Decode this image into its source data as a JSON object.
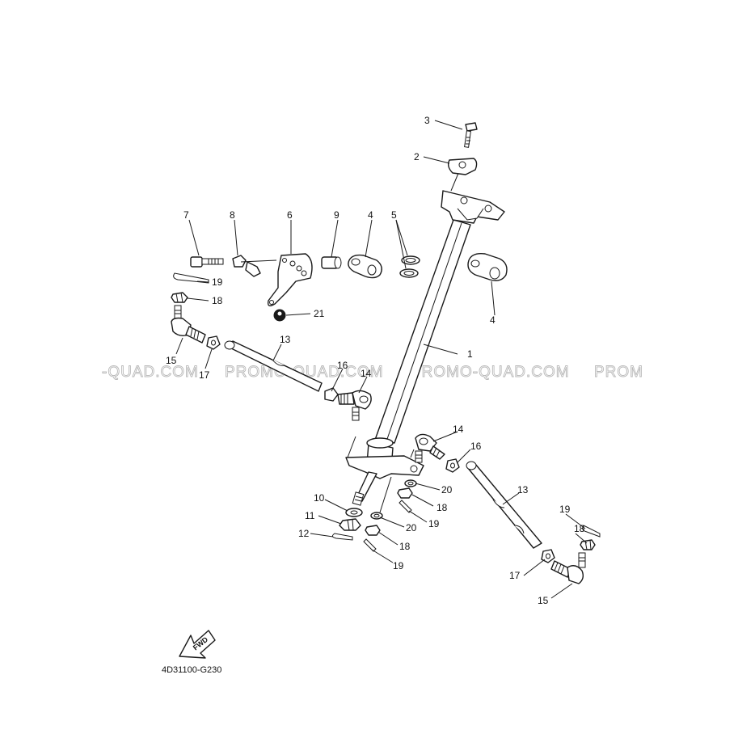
{
  "diagram_code": "4D31100-G230",
  "direction_label": "FWD",
  "watermark": [
    "-QUAD.COM",
    "PROMO-QUAD.COM",
    "PROMO-QUAD.COM",
    "PROM"
  ],
  "callouts": [
    "1",
    "2",
    "3",
    "4",
    "4",
    "5",
    "6",
    "7",
    "8",
    "9",
    "10",
    "11",
    "12",
    "13",
    "13",
    "14",
    "14",
    "15",
    "15",
    "16",
    "16",
    "17",
    "17",
    "18",
    "18",
    "18",
    "18",
    "19",
    "19",
    "19",
    "19",
    "20",
    "20",
    "21"
  ],
  "colors": {
    "line": "#1a1a1a",
    "watermark": "#b8b8b8",
    "background": "#ffffff"
  },
  "icons": [
    "fwd-arrow-icon"
  ]
}
